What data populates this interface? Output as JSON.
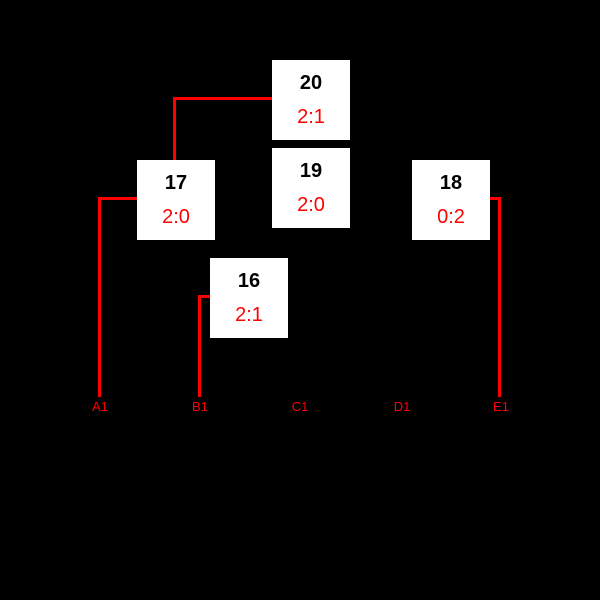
{
  "matches": {
    "m20": {
      "number": "20",
      "score": "2:1"
    },
    "m19": {
      "number": "19",
      "score": "2:0"
    },
    "m17": {
      "number": "17",
      "score": "2:0"
    },
    "m18": {
      "number": "18",
      "score": "0:2"
    },
    "m16": {
      "number": "16",
      "score": "2:1"
    }
  },
  "slot_labels": {
    "a1": "A1",
    "b1": "B1",
    "c1": "C1",
    "d1": "D1",
    "e1": "E1"
  },
  "colors": {
    "background": "#000000",
    "box_background": "#ffffff",
    "number_text": "#000000",
    "score_text": "#ff0000",
    "connector": "#ff0000",
    "label_text": "#ff0000"
  }
}
